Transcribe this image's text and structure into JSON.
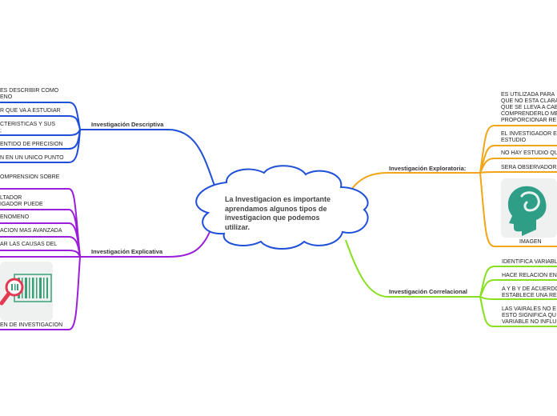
{
  "central": {
    "text": "La Investigacion es importante\naprendamos algunos tipos de\ninvestigacion que podemos\nutilizar."
  },
  "descriptiva": {
    "title": "Investigación Descriptiva",
    "color": "#1f4fd8",
    "items": [
      "ES DESCRIBIR COMO\nENO",
      "R QUE VA A ESTUDIAR",
      "CTERISTICAS Y SUS\n;",
      "ENTIDO DE PRECISION",
      "N EN UN UNICO PUNTO"
    ]
  },
  "explicativa": {
    "title": "Investigación Explicativa",
    "color": "#9b1fd8",
    "items": [
      "OMPRENSION SOBRE",
      "LTADOR\nIGADOR PUEDE",
      "ENOMENO",
      "ACION MAS AVANZADA",
      "AR LAS CAUSAS DEL"
    ],
    "image_caption": "EN DE INVESTIGACION"
  },
  "exploratoria": {
    "title": "Investigación Exploratoria:",
    "color": "#f2a516",
    "items": [
      "ES UTILIZADA PARA\nQUE NO ESTA CLARA\nQUE SE LLEVA A CAB\nCOMPRENDERLO ME\nPROPORCIONAR RE",
      "EL INVESTIGADOR E\nESTUDIO",
      "NO HAY ESTUDIO QU",
      "SERA OBSERVADOR"
    ],
    "image_caption": "IMAGEN"
  },
  "correlacional": {
    "title": "Investigación Correlacional",
    "color": "#86e01f",
    "items": [
      "IDENTIFICA VARIABL",
      "HACE RELACION EN",
      "A Y B Y DE ACUERDO\nESTABLECE UNA RE",
      "LAS VAIRALES NO E\nESTO SIGNIFICA QU\nVARIABLE NO INFLU"
    ]
  }
}
